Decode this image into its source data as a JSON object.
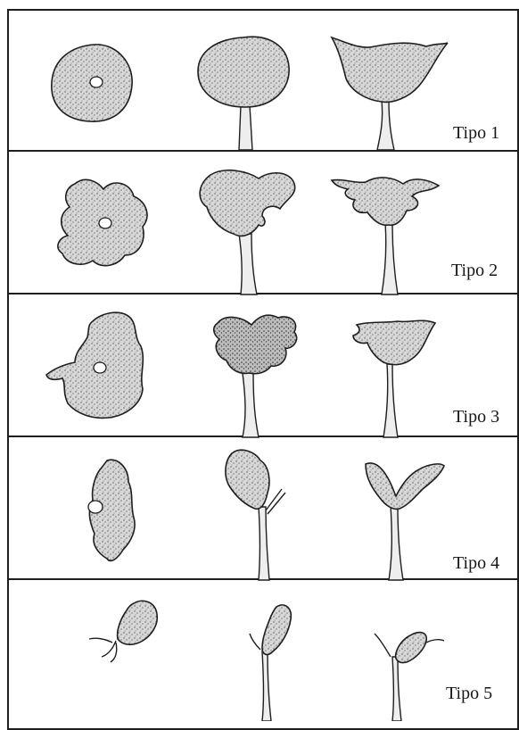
{
  "panels": [
    {
      "label": "Tipo 1",
      "views": [
        "crown-plan-view",
        "side-view",
        "side-view-alternate"
      ]
    },
    {
      "label": "Tipo 2",
      "views": [
        "crown-plan-view",
        "side-view",
        "side-view-alternate"
      ]
    },
    {
      "label": "Tipo 3",
      "views": [
        "crown-plan-view",
        "side-view",
        "side-view-alternate"
      ]
    },
    {
      "label": "Tipo 4",
      "views": [
        "crown-plan-view",
        "side-view",
        "side-view-alternate"
      ]
    },
    {
      "label": "Tipo 5",
      "views": [
        "crown-plan-view",
        "side-view",
        "side-view-alternate"
      ]
    }
  ],
  "colors": {
    "ink": "#1e1e1e",
    "crown_fill": "#cfcfcf",
    "trunk_fill": "#e6e6e6",
    "background": "#ffffff"
  }
}
